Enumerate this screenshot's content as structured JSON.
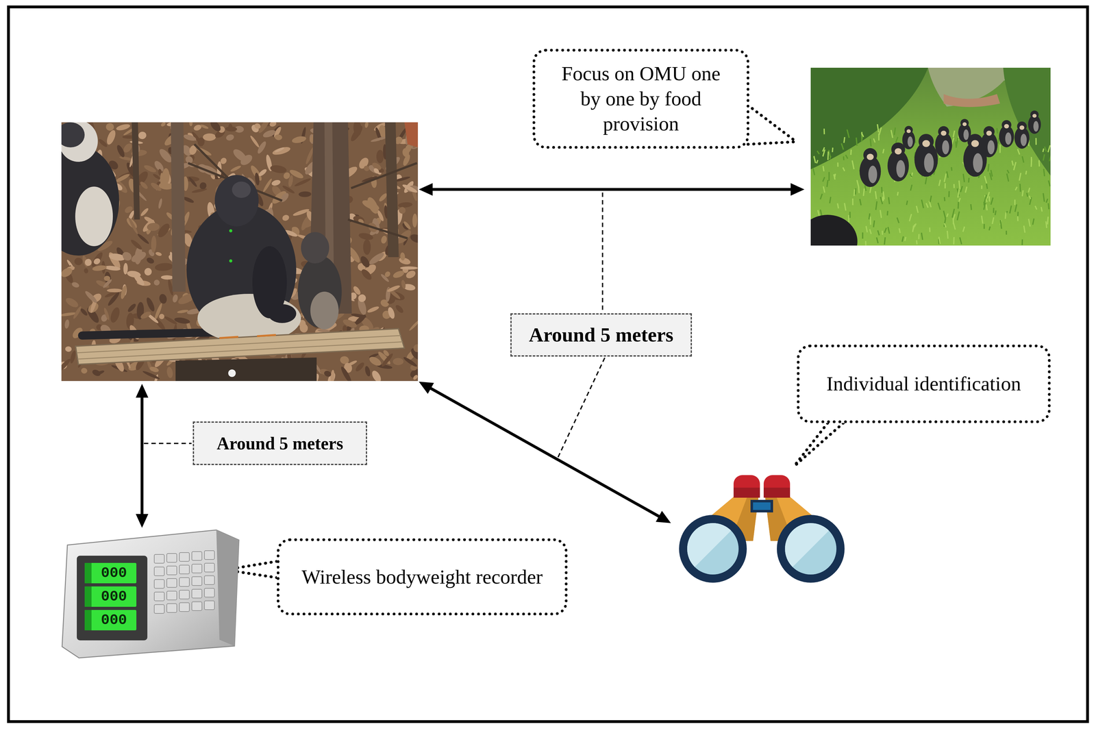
{
  "diagram": {
    "nodes": [
      {
        "text": [
          "Focus on OMU one by one by food provision"
        ]
      },
      {
        "text": [
          "Around 5 meters"
        ]
      },
      {
        "text": [
          "Individual identification"
        ]
      },
      {
        "text": [
          "Around 5 meters"
        ]
      },
      {
        "text": [
          "Wireless bodyweight recorder"
        ]
      }
    ],
    "labels": [
      "000",
      "000",
      "000"
    ]
  }
}
